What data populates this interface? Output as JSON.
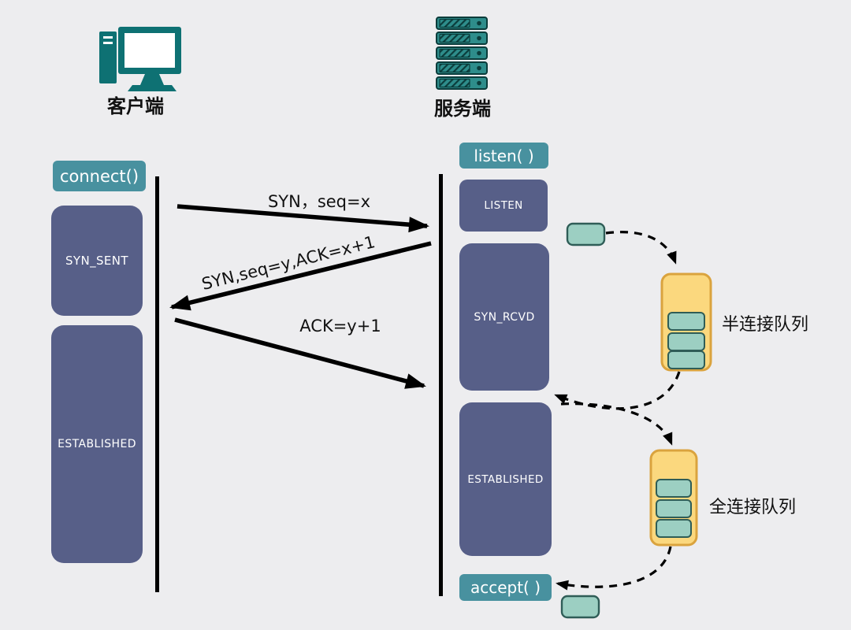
{
  "diagram": {
    "client": {
      "title": "客户端",
      "api_call": "connect()",
      "states": [
        "SYN_SENT",
        "ESTABLISHED"
      ]
    },
    "server": {
      "title": "服务端",
      "listen_call": "listen( )",
      "accept_call": "accept( )",
      "states": [
        "LISTEN",
        "SYN_RCVD",
        "ESTABLISHED"
      ]
    },
    "messages": [
      "SYN，seq=x",
      "SYN,seq=y,ACK=x+1",
      "ACK=y+1"
    ],
    "queues": {
      "half": "半连接队列",
      "full": "全连接队列"
    },
    "colors": {
      "background": "#ededef",
      "call_button": "#48919f",
      "state_box": "#575f88",
      "queue_container": "#fbd87e",
      "queue_container_border": "#daa33e",
      "connection_block": "#9ccfc2",
      "connection_block_border": "#2f5d57",
      "arrow": "#000000",
      "icon_teal": "#0e7173"
    }
  }
}
